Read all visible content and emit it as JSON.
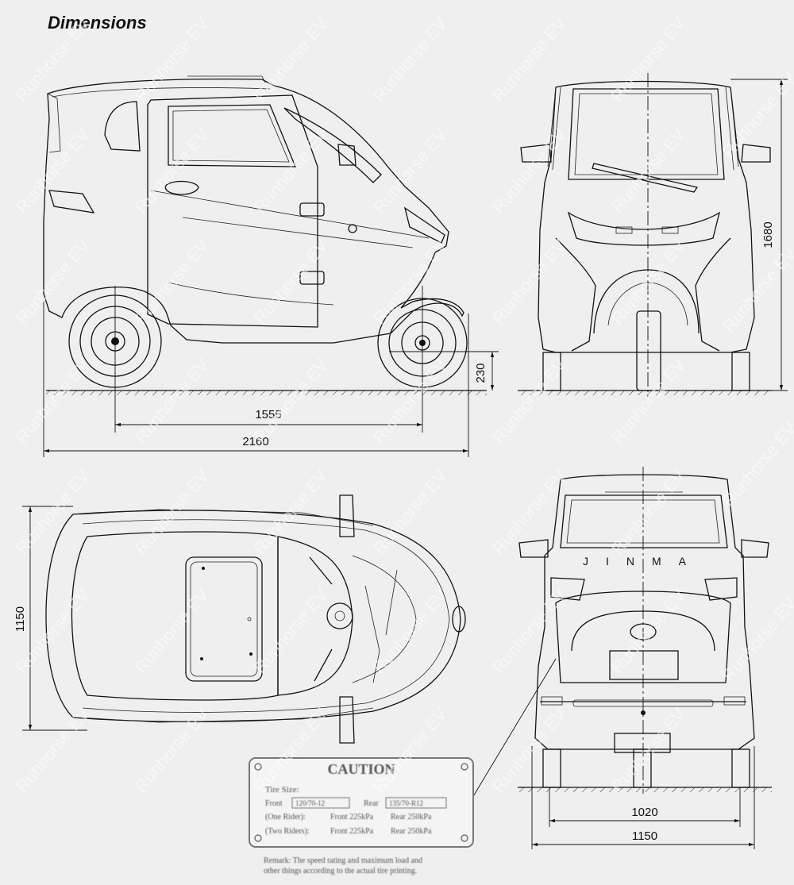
{
  "title": "Dimensions",
  "dimensions": {
    "wheelbase": "1555",
    "length": "2160",
    "ground_clearance": "230",
    "height": "1680",
    "width_top": "1150",
    "track": "1020",
    "width_rear": "1150"
  },
  "badge_text": "JINMA",
  "caution_plate": {
    "title": "CAUTION",
    "tire_size_label": "Tire Size:",
    "front_label": "Front",
    "front_value": "120/70-12",
    "rear_label": "Rear",
    "rear_value": "135/70-R12",
    "one_rider_label": "(One Rider):",
    "one_rider_front": "Front 225kPa",
    "one_rider_rear": "Rear 250kPa",
    "two_riders_label": "(Two Riders):",
    "two_riders_front": "Front 225kPa",
    "two_riders_rear": "Rear 250kPa",
    "remark_line1": "Remark: The speed rating and maximum load and",
    "remark_line2": "other things according to the actual tire printing."
  },
  "watermark_text": "Runhorse EV",
  "colors": {
    "background": "#efefef",
    "line": "#111111"
  }
}
